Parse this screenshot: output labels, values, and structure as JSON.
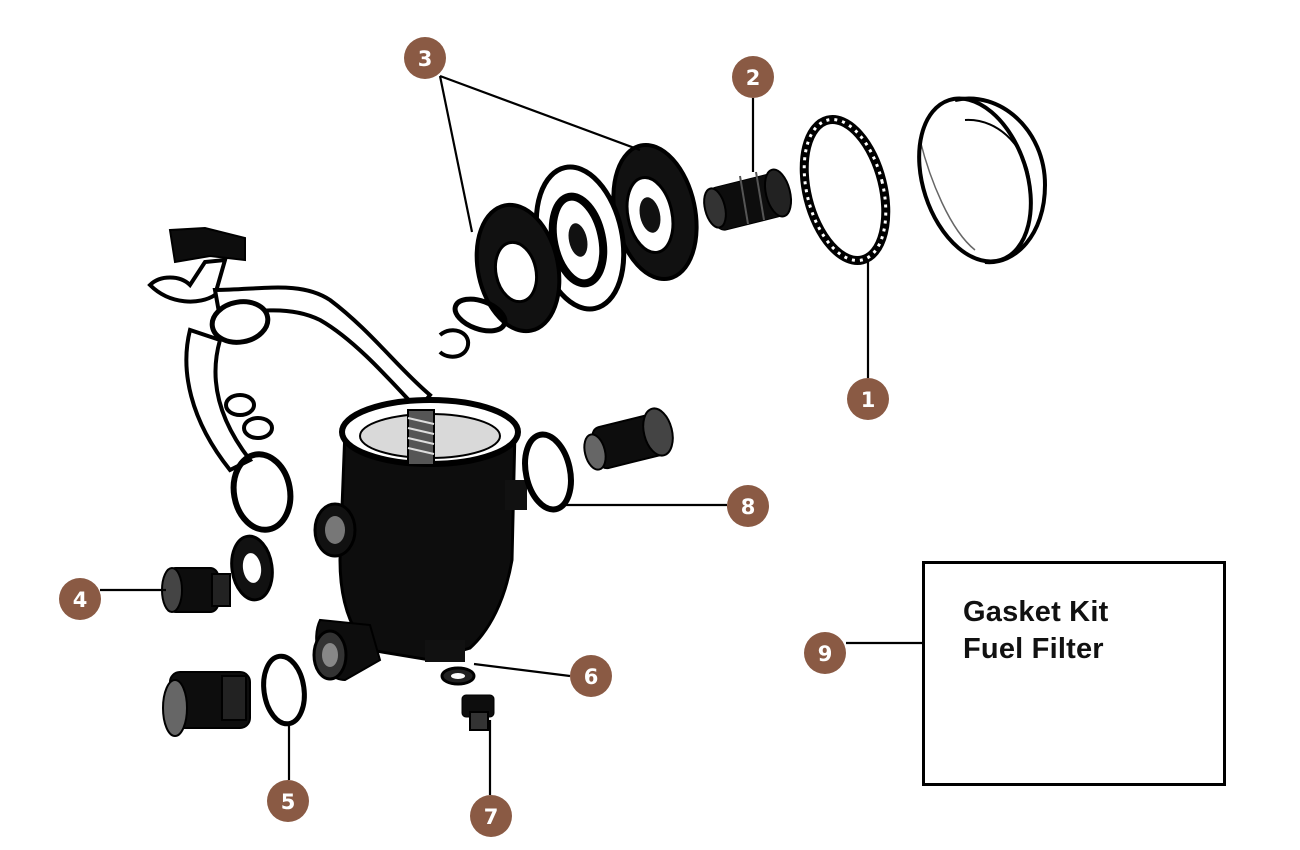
{
  "diagram": {
    "callouts": [
      {
        "id": "1",
        "label": "1"
      },
      {
        "id": "2",
        "label": "2"
      },
      {
        "id": "3",
        "label": "3"
      },
      {
        "id": "4",
        "label": "4"
      },
      {
        "id": "5",
        "label": "5"
      },
      {
        "id": "6",
        "label": "6"
      },
      {
        "id": "7",
        "label": "7"
      },
      {
        "id": "8",
        "label": "8"
      },
      {
        "id": "9",
        "label": "9"
      }
    ],
    "kit_box": {
      "line1": "Gasket Kit",
      "line2": "Fuel Filter"
    }
  },
  "colors": {
    "callout_fill": "#8a5a44",
    "ink": "#000000",
    "background": "#ffffff"
  }
}
